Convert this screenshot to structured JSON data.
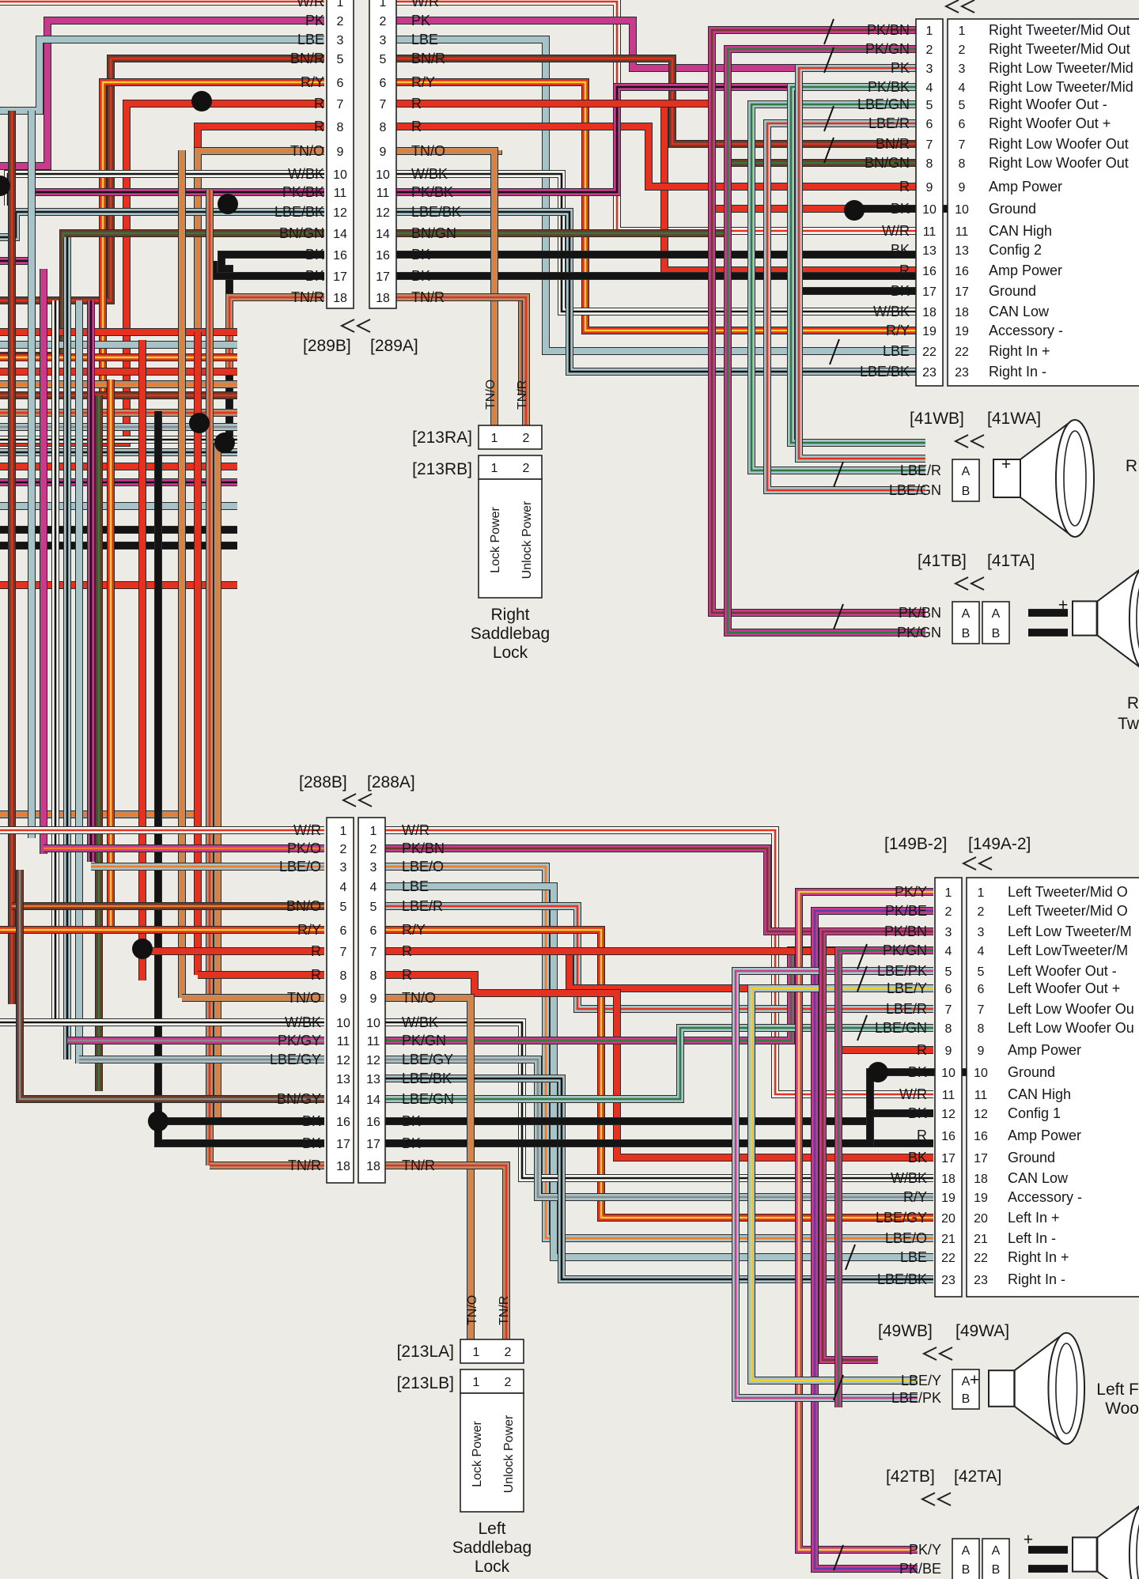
{
  "colors": {
    "PK": "#c73a8c",
    "BN": "#6e3b2a",
    "GN": "#2f7a3d",
    "LBE": "#a6c3c8",
    "R": "#e5311f",
    "Y": "#f2cf2b",
    "O": "#ee7a2a",
    "TN": "#b88e6a",
    "W": "#f7f7f2",
    "BK": "#141414",
    "GY": "#8a8a8a",
    "BE": "#5b3fa8",
    "background": "#ecebe6"
  },
  "connectors": {
    "c289": {
      "labels": [
        "[289B]",
        "[289A]"
      ],
      "rows": [
        {
          "n": "1",
          "left": "W/R",
          "right": "W/R"
        },
        {
          "n": "2",
          "left": "PK",
          "right": "PK"
        },
        {
          "n": "3",
          "left": "LBE",
          "right": "LBE"
        },
        {
          "n": "5",
          "left": "BN/R",
          "right": "BN/R"
        },
        {
          "n": "6",
          "left": "R/Y",
          "right": "R/Y"
        },
        {
          "n": "7",
          "left": "R",
          "right": "R"
        },
        {
          "n": "8",
          "left": "R",
          "right": "R"
        },
        {
          "n": "9",
          "left": "TN/O",
          "right": "TN/O"
        },
        {
          "n": "10",
          "left": "W/BK",
          "right": "W/BK"
        },
        {
          "n": "11",
          "left": "PK/BK",
          "right": "PK/BK"
        },
        {
          "n": "12",
          "left": "LBE/BK",
          "right": "LBE/BK"
        },
        {
          "n": "14",
          "left": "BN/GN",
          "right": "BN/GN"
        },
        {
          "n": "16",
          "left": "BK",
          "right": "BK"
        },
        {
          "n": "17",
          "left": "BK",
          "right": "BK"
        },
        {
          "n": "18",
          "left": "TN/R",
          "right": "TN/R"
        }
      ]
    },
    "c288": {
      "labels": [
        "[288B]",
        "[288A]"
      ],
      "rows": [
        {
          "n": "1",
          "left": "W/R",
          "right": "W/R"
        },
        {
          "n": "2",
          "left": "PK/O",
          "right": "PK/BN"
        },
        {
          "n": "3",
          "left": "LBE/O",
          "right": "LBE/O"
        },
        {
          "n": "4",
          "left": "",
          "right": "LBE"
        },
        {
          "n": "5",
          "left": "BN/O",
          "right": "LBE/R"
        },
        {
          "n": "6",
          "left": "R/Y",
          "right": "R/Y"
        },
        {
          "n": "7",
          "left": "R",
          "right": "R"
        },
        {
          "n": "8",
          "left": "R",
          "right": "R"
        },
        {
          "n": "9",
          "left": "TN/O",
          "right": "TN/O"
        },
        {
          "n": "10",
          "left": "W/BK",
          "right": "W/BK"
        },
        {
          "n": "11",
          "left": "PK/GY",
          "right": "PK/GN"
        },
        {
          "n": "12",
          "left": "LBE/GY",
          "right": "LBE/GY"
        },
        {
          "n": "13",
          "left": "",
          "right": "LBE/BK"
        },
        {
          "n": "14",
          "left": "BN/GY",
          "right": "LBE/GN"
        },
        {
          "n": "16",
          "left": "BK",
          "right": "BK"
        },
        {
          "n": "17",
          "left": "BK",
          "right": "BK"
        },
        {
          "n": "18",
          "left": "TN/R",
          "right": "TN/R"
        }
      ]
    },
    "amp_right": {
      "rows": [
        {
          "n": "1",
          "wire": "PK/BN",
          "func": "Right Tweeter/Mid Out"
        },
        {
          "n": "2",
          "wire": "PK/GN",
          "func": "Right Tweeter/Mid Out"
        },
        {
          "n": "3",
          "wire": "PK",
          "func": "Right Low Tweeter/Mid"
        },
        {
          "n": "4",
          "wire": "PK/BK",
          "func": "Right Low Tweeter/Mid"
        },
        {
          "n": "5",
          "wire": "LBE/GN",
          "func": "Right Woofer Out -"
        },
        {
          "n": "6",
          "wire": "LBE/R",
          "func": "Right Woofer Out +"
        },
        {
          "n": "7",
          "wire": "BN/R",
          "func": "Right Low Woofer Out"
        },
        {
          "n": "8",
          "wire": "BN/GN",
          "func": "Right Low Woofer Out"
        },
        {
          "n": "9",
          "wire": "R",
          "func": "Amp Power"
        },
        {
          "n": "10",
          "wire": "BK",
          "func": "Ground"
        },
        {
          "n": "11",
          "wire": "W/R",
          "func": "CAN High"
        },
        {
          "n": "13",
          "wire": "BK",
          "func": "Config 2"
        },
        {
          "n": "16",
          "wire": "R",
          "func": "Amp Power"
        },
        {
          "n": "17",
          "wire": "BK",
          "func": "Ground"
        },
        {
          "n": "18",
          "wire": "W/BK",
          "func": "CAN Low"
        },
        {
          "n": "19",
          "wire": "R/Y",
          "func": "Accessory -"
        },
        {
          "n": "22",
          "wire": "LBE",
          "func": "Right In +"
        },
        {
          "n": "23",
          "wire": "LBE/BK",
          "func": "Right In -"
        }
      ]
    },
    "amp_left": {
      "labels": [
        "[149B-2]",
        "[149A-2]"
      ],
      "rows": [
        {
          "n": "1",
          "wire": "PK/Y",
          "func": "Left Tweeter/Mid O"
        },
        {
          "n": "2",
          "wire": "PK/BE",
          "func": "Left Tweeter/Mid O"
        },
        {
          "n": "3",
          "wire": "PK/BN",
          "func": "Left Low Tweeter/M"
        },
        {
          "n": "4",
          "wire": "PK/GN",
          "func": "Left LowTweeter/M"
        },
        {
          "n": "5",
          "wire": "LBE/PK",
          "func": "Left Woofer Out -"
        },
        {
          "n": "6",
          "wire": "LBE/Y",
          "func": "Left Woofer Out +"
        },
        {
          "n": "7",
          "wire": "LBE/R",
          "func": "Left Low Woofer Ou"
        },
        {
          "n": "8",
          "wire": "LBE/GN",
          "func": "Left Low Woofer Ou"
        },
        {
          "n": "9",
          "wire": "R",
          "func": "Amp Power"
        },
        {
          "n": "10",
          "wire": "BK",
          "func": "Ground"
        },
        {
          "n": "11",
          "wire": "W/R",
          "func": "CAN High"
        },
        {
          "n": "12",
          "wire": "BK",
          "func": "Config 1"
        },
        {
          "n": "16",
          "wire": "R",
          "func": "Amp Power"
        },
        {
          "n": "17",
          "wire": "BK",
          "func": "Ground"
        },
        {
          "n": "18",
          "wire": "W/BK",
          "func": "CAN Low"
        },
        {
          "n": "19",
          "wire": "R/Y",
          "func": "Accessory -"
        },
        {
          "n": "20",
          "wire": "LBE/GY",
          "func": "Left In +"
        },
        {
          "n": "21",
          "wire": "LBE/O",
          "func": "Left In -"
        },
        {
          "n": "22",
          "wire": "LBE",
          "func": "Right In +"
        },
        {
          "n": "23",
          "wire": "LBE/BK",
          "func": "Right In -"
        }
      ]
    },
    "c213R": {
      "labels": [
        "[213RA]",
        "[213RB]"
      ],
      "wires": [
        "TN/O",
        "TN/R"
      ],
      "pins": [
        "1",
        "2"
      ],
      "funcs": [
        "Lock Power",
        "Unlock Power"
      ],
      "device": [
        "Right",
        "Saddlebag",
        "Lock"
      ]
    },
    "c213L": {
      "labels": [
        "[213LA]",
        "[213LB]"
      ],
      "wires": [
        "TN/O",
        "TN/R"
      ],
      "pins": [
        "1",
        "2"
      ],
      "funcs": [
        "Lock Power",
        "Unlock Power"
      ],
      "device": [
        "Left",
        "Saddlebag",
        "Lock"
      ]
    },
    "c41W": {
      "labels": [
        "[41WB]",
        "[41WA]"
      ],
      "rows": [
        {
          "pin": "A",
          "wire": "LBE/R"
        },
        {
          "pin": "B",
          "wire": "LBE/GN"
        }
      ],
      "device_partial": "R"
    },
    "c41T": {
      "labels": [
        "[41TB]",
        "[41TA]"
      ],
      "rows": [
        {
          "pin": "A",
          "wire": "PK/BN"
        },
        {
          "pin": "B",
          "wire": "PK/GN"
        }
      ],
      "device_partial": [
        "R",
        "Tw"
      ]
    },
    "c49W": {
      "labels": [
        "[49WB]",
        "[49WA]"
      ],
      "rows": [
        {
          "pin": "A",
          "wire": "LBE/Y"
        },
        {
          "pin": "B",
          "wire": "LBE/PK"
        }
      ],
      "device_partial": [
        "Left F",
        "Woo"
      ]
    },
    "c42T": {
      "labels": [
        "[42TB]",
        "[42TA]"
      ],
      "rows": [
        {
          "pin": "A",
          "wire": "PK/Y"
        },
        {
          "pin": "B",
          "wire": "PK/BE"
        }
      ]
    }
  },
  "symbols": {
    "plus": "+"
  }
}
